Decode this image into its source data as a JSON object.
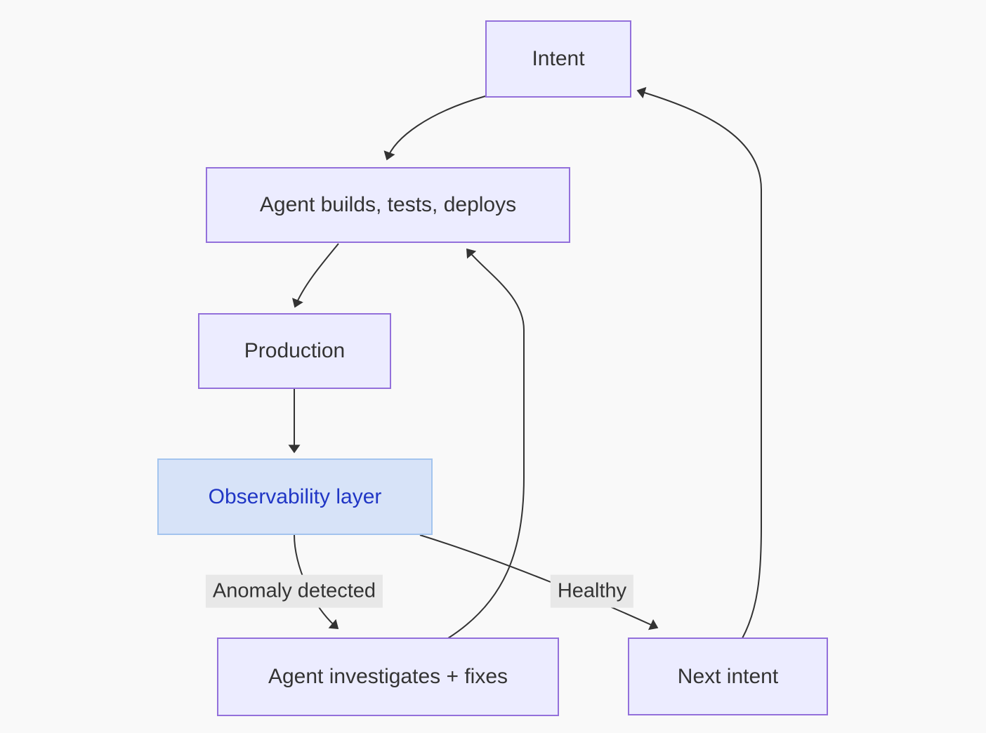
{
  "diagram": {
    "type": "flowchart",
    "nodes": {
      "intent": {
        "label": "Intent"
      },
      "builds": {
        "label": "Agent builds, tests, deploys"
      },
      "production": {
        "label": "Production"
      },
      "observability": {
        "label": "Observability layer"
      },
      "investigates": {
        "label": "Agent investigates + fixes"
      },
      "next_intent": {
        "label": "Next intent"
      }
    },
    "edge_labels": {
      "anomaly": {
        "label": "Anomaly detected"
      },
      "healthy": {
        "label": "Healthy"
      }
    },
    "edges": [
      {
        "from": "intent",
        "to": "builds",
        "label": ""
      },
      {
        "from": "builds",
        "to": "production",
        "label": ""
      },
      {
        "from": "production",
        "to": "observability",
        "label": ""
      },
      {
        "from": "observability",
        "to": "investigates",
        "label": "Anomaly detected"
      },
      {
        "from": "observability",
        "to": "next_intent",
        "label": "Healthy"
      },
      {
        "from": "investigates",
        "to": "builds",
        "label": ""
      },
      {
        "from": "next_intent",
        "to": "intent",
        "label": ""
      }
    ],
    "colors": {
      "background": "#f9f9f9",
      "node_fill": "#ececff",
      "node_border": "#9370db",
      "node_text": "#333333",
      "highlight_fill": "#d7e3f8",
      "highlight_border": "#a3c4ee",
      "highlight_text": "#2036c5",
      "edge": "#333333",
      "edge_label_bg": "#e8e8e8",
      "edge_label_text": "#333333"
    }
  }
}
